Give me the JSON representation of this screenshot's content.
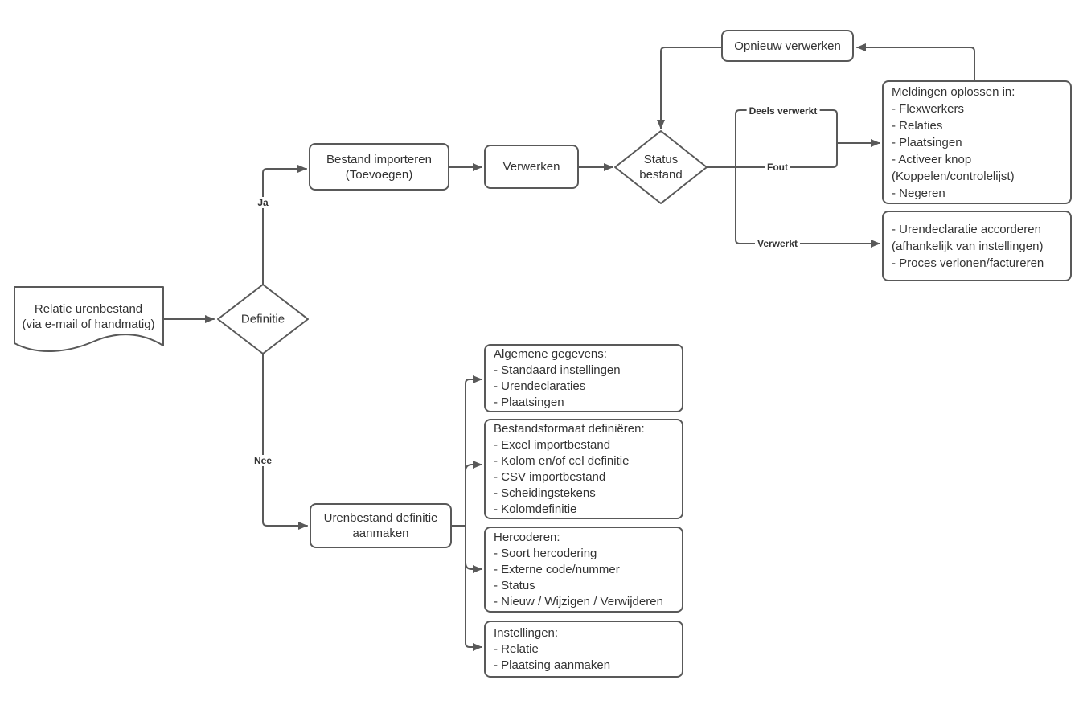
{
  "diagram": {
    "colors": {
      "stroke": "#595959",
      "text": "#333333",
      "background": "#ffffff"
    },
    "nodes": {
      "relatie_urenbestand": {
        "lines": [
          "Relatie urenbestand",
          "(via e-mail of handmatig)"
        ]
      },
      "definitie": {
        "label": "Definitie"
      },
      "bestand_importeren": {
        "lines": [
          "Bestand importeren",
          "(Toevoegen)"
        ]
      },
      "verwerken": {
        "label": "Verwerken"
      },
      "status_bestand": {
        "lines": [
          "Status",
          "bestand"
        ]
      },
      "opnieuw_verwerken": {
        "label": "Opnieuw verwerken"
      },
      "meldingen_oplossen": {
        "lines": [
          "Meldingen oplossen in:",
          "- Flexwerkers",
          "- Relaties",
          "- Plaatsingen",
          "- Activeer knop",
          "(Koppelen/controlelijst)",
          "- Negeren"
        ]
      },
      "urendeclaratie_accorderen": {
        "lines": [
          "- Urendeclaratie accorderen",
          "(afhankelijk van instellingen)",
          "- Proces verlonen/factureren"
        ]
      },
      "urenbestand_definitie": {
        "lines": [
          "Urenbestand definitie",
          "aanmaken"
        ]
      },
      "algemene_gegevens": {
        "lines": [
          "Algemene gegevens:",
          "- Standaard instellingen",
          "- Urendeclaraties",
          "- Plaatsingen"
        ]
      },
      "bestandsformaat": {
        "lines": [
          "Bestandsformaat definiëren:",
          "- Excel importbestand",
          "- Kolom en/of cel definitie",
          "- CSV importbestand",
          "- Scheidingstekens",
          "- Kolomdefinitie"
        ]
      },
      "hercoderen": {
        "lines": [
          "Hercoderen:",
          "- Soort hercodering",
          "- Externe code/nummer",
          "- Status",
          "- Nieuw / Wijzigen / Verwijderen"
        ]
      },
      "instellingen": {
        "lines": [
          "Instellingen:",
          "- Relatie",
          "- Plaatsing aanmaken"
        ]
      }
    },
    "edge_labels": {
      "ja": "Ja",
      "nee": "Nee",
      "deels_verwerkt": "Deels verwerkt",
      "fout": "Fout",
      "verwerkt": "Verwerkt"
    }
  }
}
